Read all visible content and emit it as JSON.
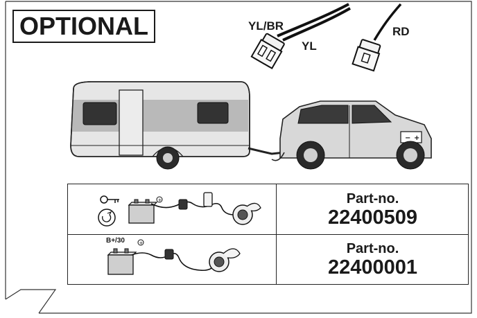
{
  "header": {
    "title": "OPTIONAL"
  },
  "wires": {
    "yl_br": "YL/BR",
    "yl": "YL",
    "rd": "RD"
  },
  "car": {
    "battery_minus": "−",
    "battery_plus": "+"
  },
  "parts": [
    {
      "label": "Part-no.",
      "number": "22400509"
    },
    {
      "label": "Part-no.",
      "number": "22400001",
      "power_label": "B+/30"
    }
  ]
}
